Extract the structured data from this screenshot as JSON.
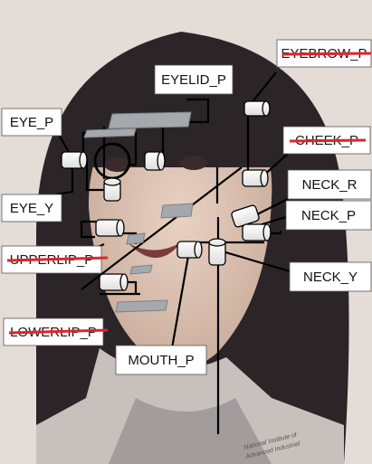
{
  "diagram": {
    "labels": {
      "eye_p": "EYE_P",
      "eye_y": "EYE_Y",
      "eyelid_p": "EYELID_P",
      "eyebrow_p": "EYEBROW_P",
      "cheek_p": "CHEEK_P",
      "neck_r": "NECK_R",
      "neck_p": "NECK_P",
      "neck_y": "NECK_Y",
      "upperlip_p": "UPPERLIP_P",
      "lowerlip_p": "LOWERLIP_P",
      "mouth_p": "MOUTH_P"
    },
    "disabled_labels": [
      "EYEBROW_P",
      "CHEEK_P",
      "UPPERLIP_P",
      "LOWERLIP_P"
    ],
    "strike_color": "#e0242b",
    "shirt_text": [
      "National Institute of",
      "Advanced Industrial"
    ]
  }
}
